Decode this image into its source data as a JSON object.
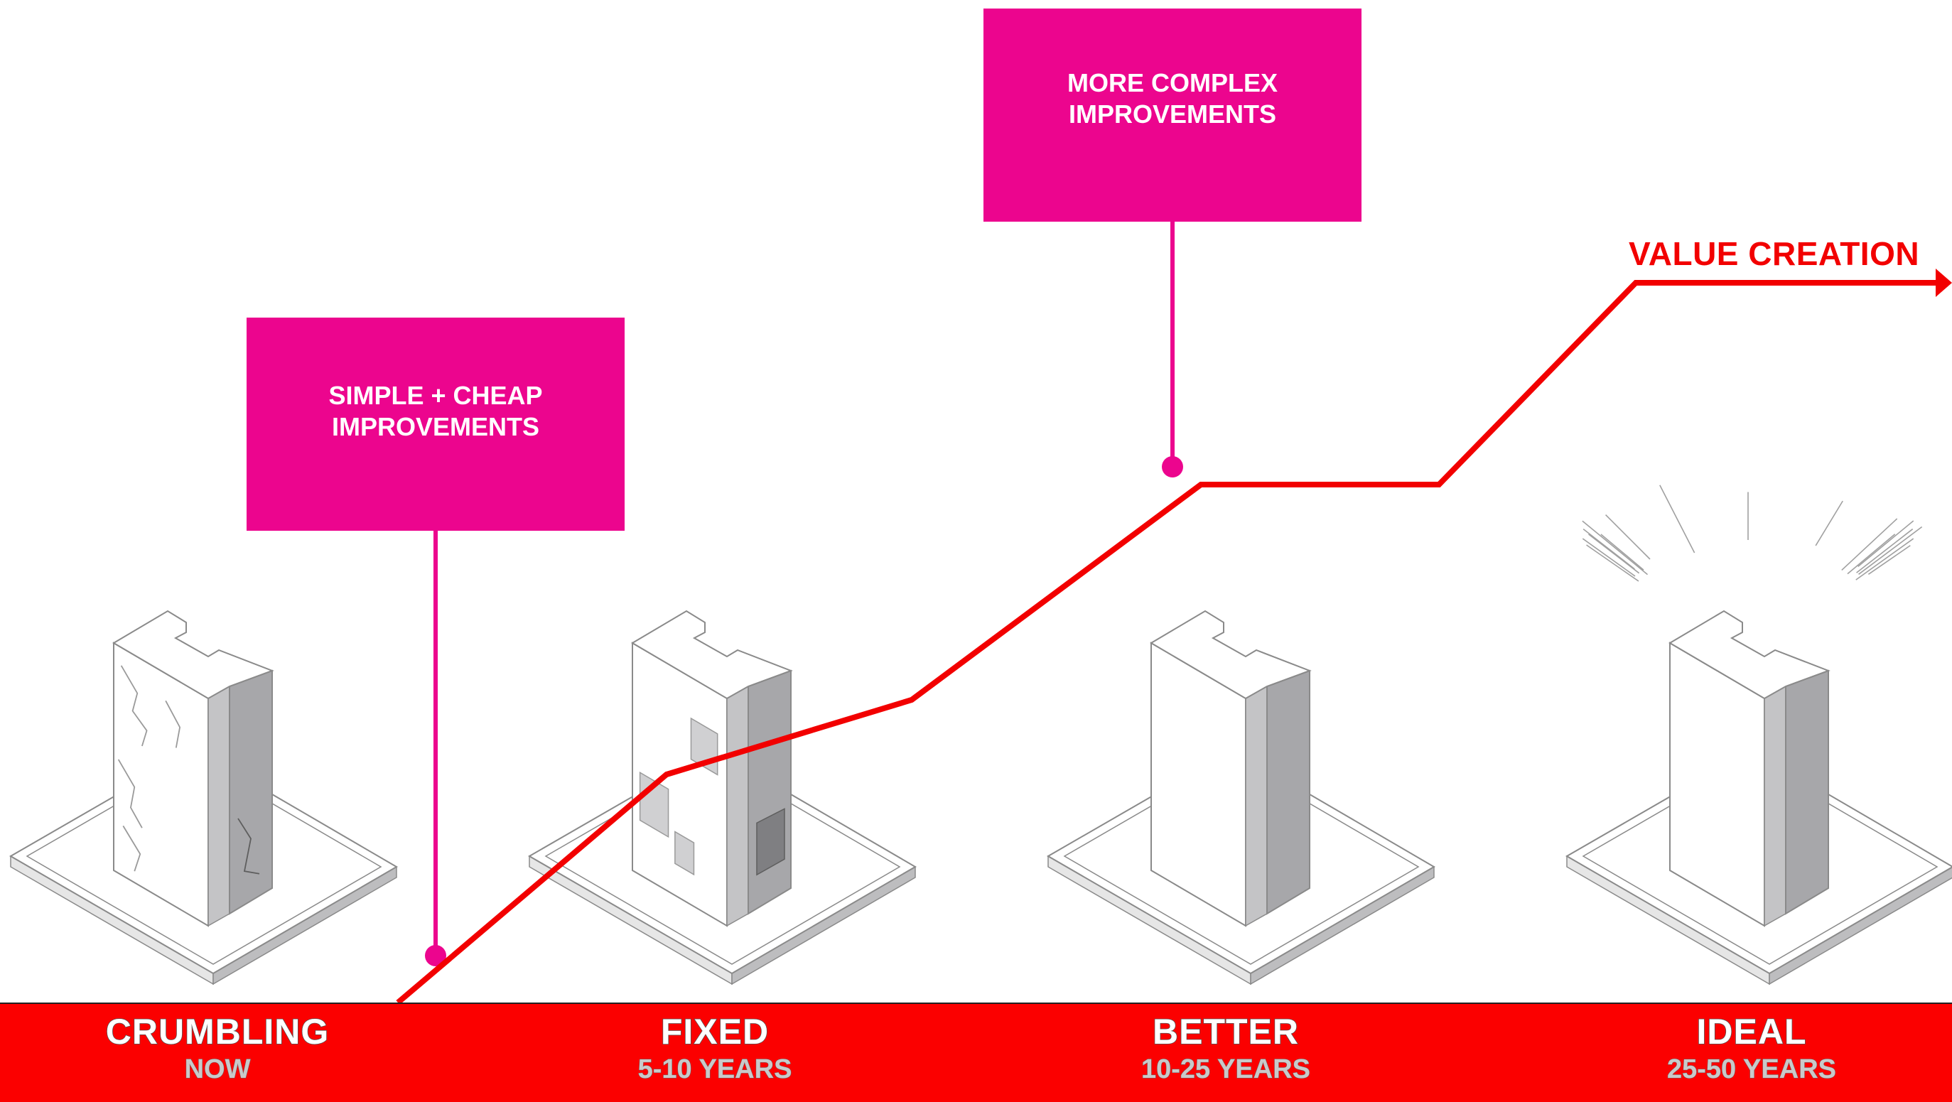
{
  "callouts": [
    {
      "text": "SIMPLE + CHEAP\nIMPROVEMENTS"
    },
    {
      "text": "MORE COMPLEX\nIMPROVEMENTS"
    }
  ],
  "value_line": {
    "label": "VALUE CREATION"
  },
  "stages": [
    {
      "name": "CRUMBLING",
      "time": "NOW",
      "condition": "cracked"
    },
    {
      "name": "FIXED",
      "time": "5-10 YEARS",
      "condition": "patched"
    },
    {
      "name": "BETTER",
      "time": "10-25 YEARS",
      "condition": "clean"
    },
    {
      "name": "IDEAL",
      "time": "25-50 YEARS",
      "condition": "radiant"
    }
  ],
  "colors": {
    "callout": "#ec058e",
    "value_line": "#f20000",
    "band": "#fb0000",
    "building_face": "#ffffff",
    "building_side": "#a7a7aa",
    "outline": "#8a8a8a"
  }
}
